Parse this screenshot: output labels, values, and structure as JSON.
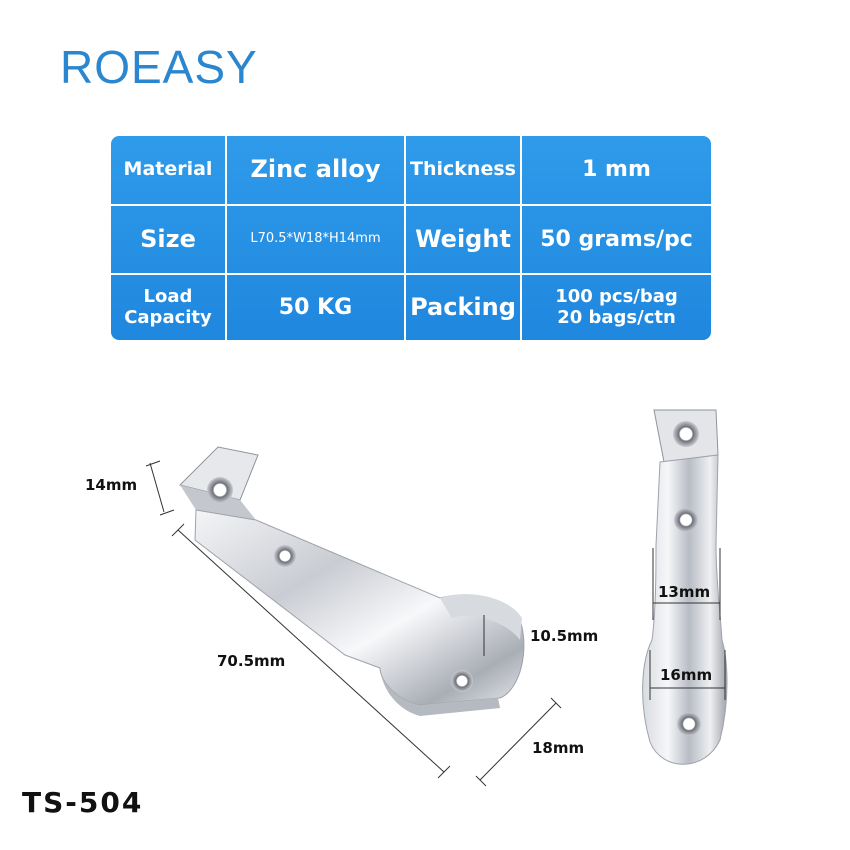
{
  "brand": {
    "name": "ROEASY"
  },
  "spec_table": {
    "rows": [
      [
        "Material",
        "Zinc alloy",
        "Thickness",
        "1 mm"
      ],
      [
        "Size",
        "L70.5*W18*H14mm",
        "Weight",
        "50 grams/pc"
      ],
      [
        "Load\nCapacity",
        "50 KG",
        "Packing",
        "100 pcs/bag\n20 bags/ctn"
      ]
    ],
    "colors": {
      "background": "#1f87de",
      "text": "#ffffff"
    }
  },
  "dimensions": {
    "height": "14mm",
    "length": "70.5mm",
    "depth": "10.5mm",
    "width": "18mm",
    "neck_width": "13mm",
    "cup_width": "16mm"
  },
  "model": "TS-504"
}
